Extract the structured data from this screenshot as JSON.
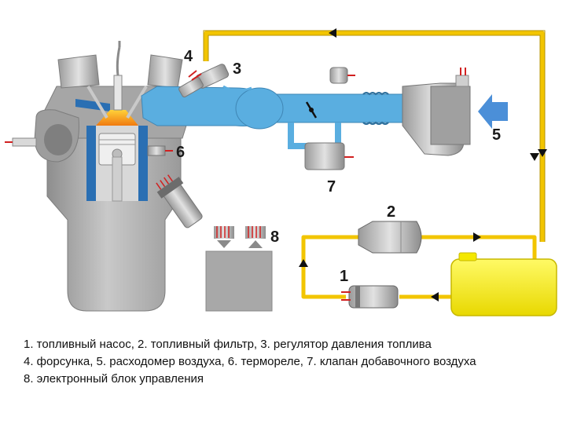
{
  "diagram": {
    "callouts": [
      "1",
      "2",
      "3",
      "4",
      "5",
      "6",
      "7",
      "8"
    ]
  },
  "legend": {
    "line1": "1. топливный насос,   2. топливный фильтр,   3. регулятор давления топлива",
    "line2": "4. форсунка,   5. расходомер воздуха,   6. термореле,   7. клапан добавочного воздуха",
    "line3": "8. электронный блок управления"
  },
  "colors": {
    "fuel_line": "#f2c500",
    "tank": "#fff200",
    "intake": "#5aaee0",
    "engine": "#b5b5b5",
    "combustion": "#f39a1a",
    "coolant": "#2a6fb3"
  }
}
